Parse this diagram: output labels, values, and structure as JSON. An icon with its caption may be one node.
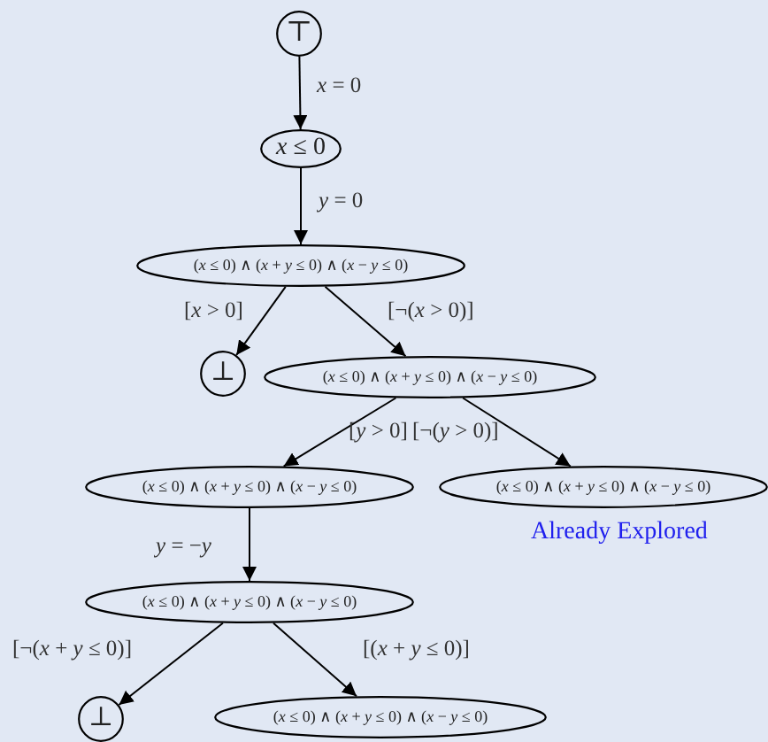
{
  "diagram": {
    "nodes": [
      {
        "text": [
          "⊤"
        ]
      },
      {
        "text": [
          "*x* ≤ 0"
        ]
      },
      {
        "text": [
          "(*x* ≤ 0) ∧ (*x* + *y* ≤ 0) ∧ (*x* − *y* ≤ 0)"
        ]
      },
      {
        "text": [
          "⊥"
        ]
      },
      {
        "text": [
          "(*x* ≤ 0) ∧ (*x* + *y* ≤ 0) ∧ (*x* − *y* ≤ 0)"
        ]
      },
      {
        "text": [
          "(*x* ≤ 0) ∧ (*x* + *y* ≤ 0) ∧ (*x* − *y* ≤ 0)"
        ]
      },
      {
        "text": [
          "(*x* ≤ 0) ∧ (*x* + *y* ≤ 0) ∧ (*x* − *y* ≤ 0)"
        ],
        "beside": [
          "Already Explored"
        ]
      },
      {
        "text": [
          "(*x* ≤ 0) ∧ (*x* + *y* ≤ 0) ∧ (*x* − *y* ≤ 0)"
        ]
      },
      {
        "text": [
          "⊥"
        ]
      },
      {
        "text": [
          "(*x* ≤ 0) ∧ (*x* + *y* ≤ 0) ∧ (*x* − *y* ≤ 0)"
        ]
      }
    ],
    "edges": [
      {
        "from": 0,
        "to": 1,
        "arrow": "to",
        "label": "*x* = 0"
      },
      {
        "from": 1,
        "to": 2,
        "arrow": "to",
        "label": "*y* = 0"
      },
      {
        "from": 2,
        "to": 3,
        "arrow": "to",
        "label": "[*x* > 0]"
      },
      {
        "from": 2,
        "to": 4,
        "arrow": "to",
        "label": "[¬(*x* > 0)]"
      },
      {
        "from": 4,
        "to": 5,
        "arrow": "to",
        "label": "[*y* > 0]"
      },
      {
        "from": 4,
        "to": 6,
        "arrow": "to",
        "label": "[¬(*y* > 0)]"
      },
      {
        "from": 5,
        "to": 7,
        "arrow": "to",
        "label": "*y* = −*y*"
      },
      {
        "from": 7,
        "to": 8,
        "arrow": "to",
        "label": "[¬(*x* + *y* ≤ 0)]"
      },
      {
        "from": 7,
        "to": 9,
        "arrow": "to",
        "label": "[(*x* + *y* ≤ 0)]"
      }
    ]
  }
}
